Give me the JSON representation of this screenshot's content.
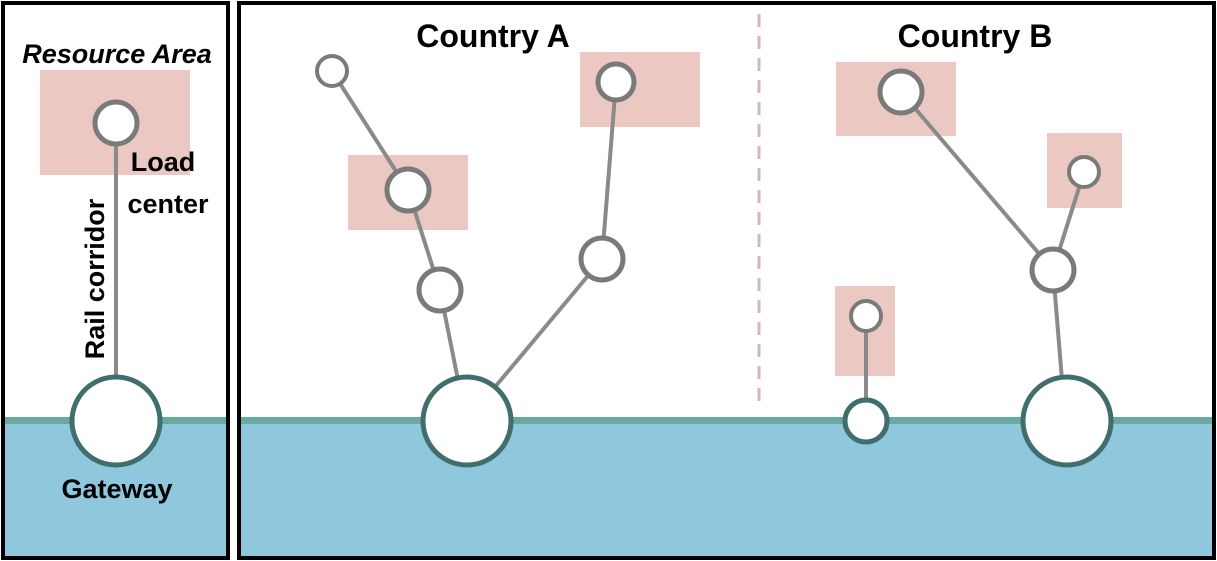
{
  "legend": {
    "resource_area_label": "Resource Area",
    "load_center_label_line1": "Load",
    "load_center_label_line2": "center",
    "rail_corridor_label": "Rail corridor",
    "gateway_label": "Gateway"
  },
  "main": {
    "country_a_label": "Country A",
    "country_b_label": "Country B"
  },
  "colors": {
    "sea": "#8fc8dc",
    "coastline": "#6aa8a2",
    "resource_area": "#ecc8c2",
    "rail_line": "#8a8a8a",
    "node_stroke": "#7a7a7a",
    "gateway_stroke": "#3f6e6c",
    "border_dash": "#d4b8b2",
    "frame": "#000000"
  }
}
